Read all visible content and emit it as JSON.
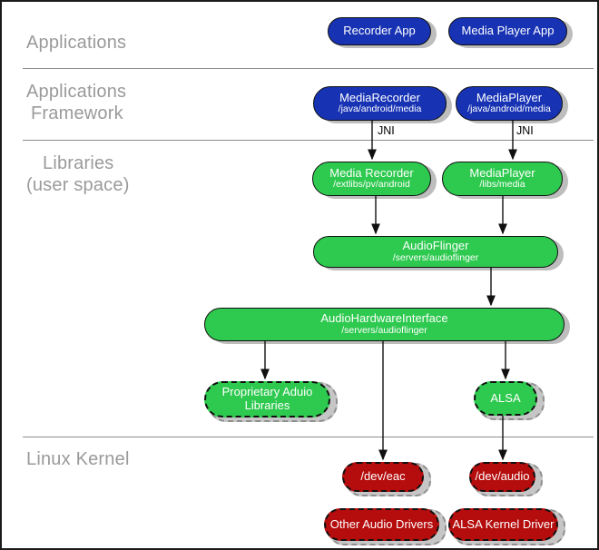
{
  "layers": {
    "applications": "Applications",
    "framework_line1": "Applications",
    "framework_line2": "Framework",
    "libraries_line1": "Libraries",
    "libraries_line2": "(user space)",
    "kernel": "Linux Kernel"
  },
  "jni": {
    "left": "JNI",
    "right": "JNI"
  },
  "nodes": {
    "recorder_app": {
      "title": "Recorder App"
    },
    "media_player_app": {
      "title": "Media Player App"
    },
    "media_recorder_fw": {
      "title": "MediaRecorder",
      "subtitle": "/java/android/media"
    },
    "media_player_fw": {
      "title": "MediaPlayer",
      "subtitle": "/java/android/media"
    },
    "media_recorder_lib": {
      "title": "Media Recorder",
      "subtitle": "/extlibs/pv/android"
    },
    "media_player_lib": {
      "title": "MediaPlayer",
      "subtitle": "/libs/media"
    },
    "audio_flinger": {
      "title": "AudioFlinger",
      "subtitle": "/servers/audioflinger"
    },
    "audio_hardware_interface": {
      "title": "AudioHardwareInterface",
      "subtitle": "/servers/audioflinger"
    },
    "proprietary_audio_libraries": {
      "title": "Proprietary Aduio",
      "title_line2": "Libraries"
    },
    "alsa": {
      "title": "ALSA"
    },
    "dev_eac": {
      "title": "/dev/eac"
    },
    "dev_audio": {
      "title": "/dev/audio"
    },
    "other_audio_drivers": {
      "title": "Other Audio Drivers"
    },
    "alsa_kernel_driver": {
      "title": "ALSA Kernel Driver"
    }
  },
  "colors": {
    "app_blue": "#1733b4",
    "lib_green": "#2ec94f",
    "kernel_red": "#b50d0d",
    "label_gray": "#9a9a9a",
    "shadow_gray": "#bdbdbd"
  }
}
